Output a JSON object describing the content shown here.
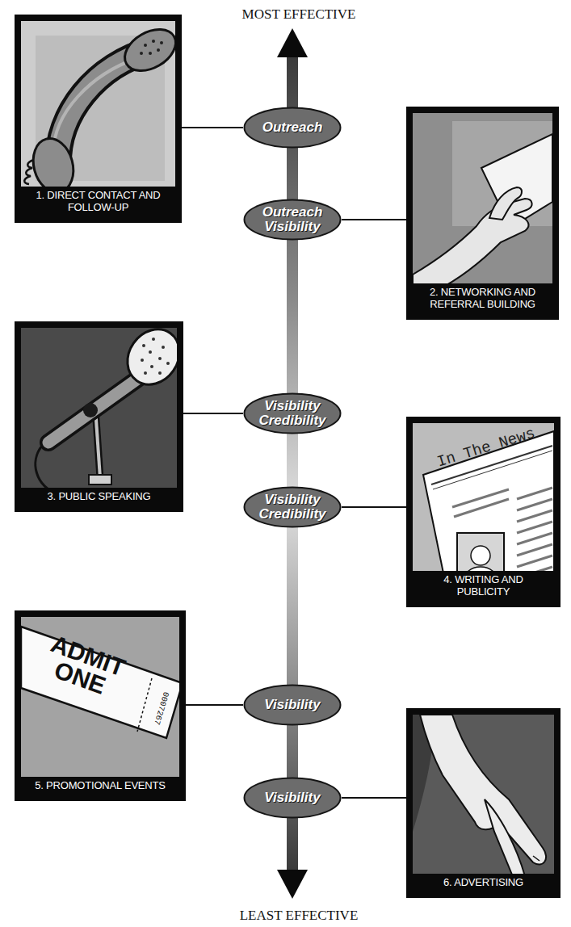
{
  "diagram": {
    "nodes": [
      {
        "text": [
          "1. DIRECT CONTACT AND FOLLOW-UP"
        ]
      },
      {
        "text": [
          "Outreach"
        ]
      },
      {
        "text": [
          "Outreach Visibility"
        ]
      },
      {
        "text": [
          "2. NETWORKING AND REFERRAL BUILDING"
        ]
      },
      {
        "text": [
          "3. PUBLIC SPEAKING"
        ]
      },
      {
        "text": [
          "Visibility Credibility"
        ]
      },
      {
        "text": [
          "Visibility Credibility"
        ]
      },
      {
        "text": [
          "4. WRITING AND PUBLICITY"
        ]
      },
      {
        "text": [
          "5. PROMOTIONAL EVENTS"
        ]
      },
      {
        "text": [
          "Visibility"
        ]
      },
      {
        "text": [
          "Visibility"
        ]
      },
      {
        "text": [
          "6. ADVERTISING"
        ]
      }
    ],
    "edges": [
      {
        "from": 0,
        "to": 1,
        "arrow": "none"
      },
      {
        "from": 3,
        "to": 2,
        "arrow": "none"
      },
      {
        "from": 4,
        "to": 5,
        "arrow": "none"
      },
      {
        "from": 7,
        "to": 6,
        "arrow": "none"
      },
      {
        "from": 8,
        "to": 9,
        "arrow": "none"
      },
      {
        "from": 11,
        "to": 10,
        "arrow": "none"
      }
    ],
    "labels": [
      "MOST EFFECTIVE",
      "LEAST EFFECTIVE",
      "In The News",
      "ADMIT ONE",
      "0007267"
    ]
  }
}
